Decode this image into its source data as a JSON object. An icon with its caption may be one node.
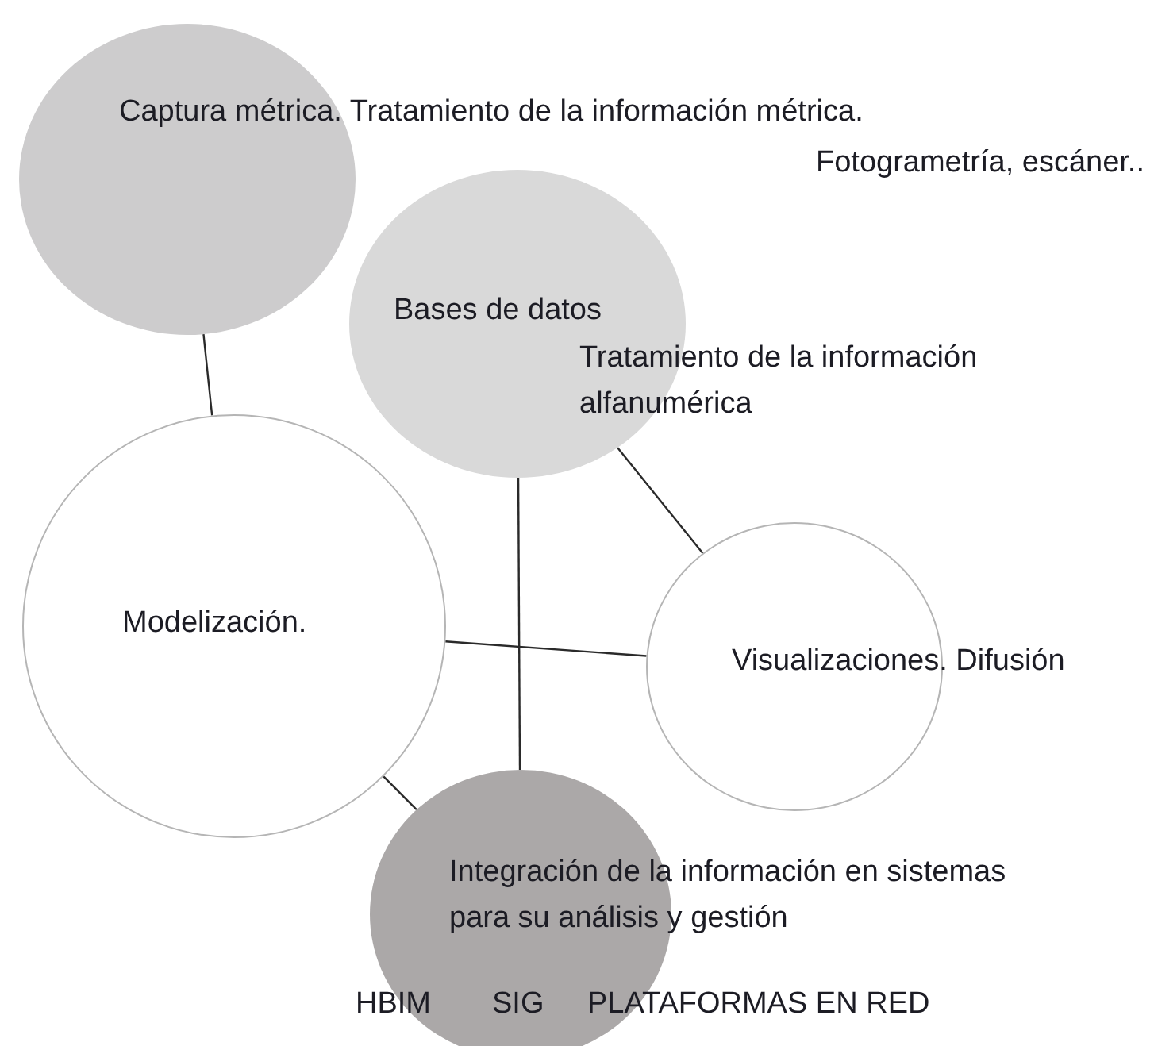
{
  "diagram": {
    "nodes": [
      {
        "text": [
          "Captura métrica. Tratamiento de la información métrica.",
          "Fotogrametría, escáner.."
        ]
      },
      {
        "text": [
          "Bases de datos",
          "Tratamiento de la información alfanumérica"
        ]
      },
      {
        "text": [
          "Modelización."
        ]
      },
      {
        "text": [
          "Visualizaciones. Difusión"
        ]
      },
      {
        "text": [
          "Integración de la información en sistemas  para su análisis y gestión"
        ]
      }
    ],
    "edges": [
      {
        "from": 0,
        "to": 2,
        "arrow": "none"
      },
      {
        "from": 1,
        "to": 3,
        "arrow": "none"
      },
      {
        "from": 1,
        "to": 4,
        "arrow": "none"
      },
      {
        "from": 2,
        "to": 3,
        "arrow": "none"
      },
      {
        "from": 2,
        "to": 4,
        "arrow": "none"
      }
    ],
    "labels": [
      "HBIM",
      "SIG",
      "PLATAFORMAS EN RED"
    ]
  }
}
